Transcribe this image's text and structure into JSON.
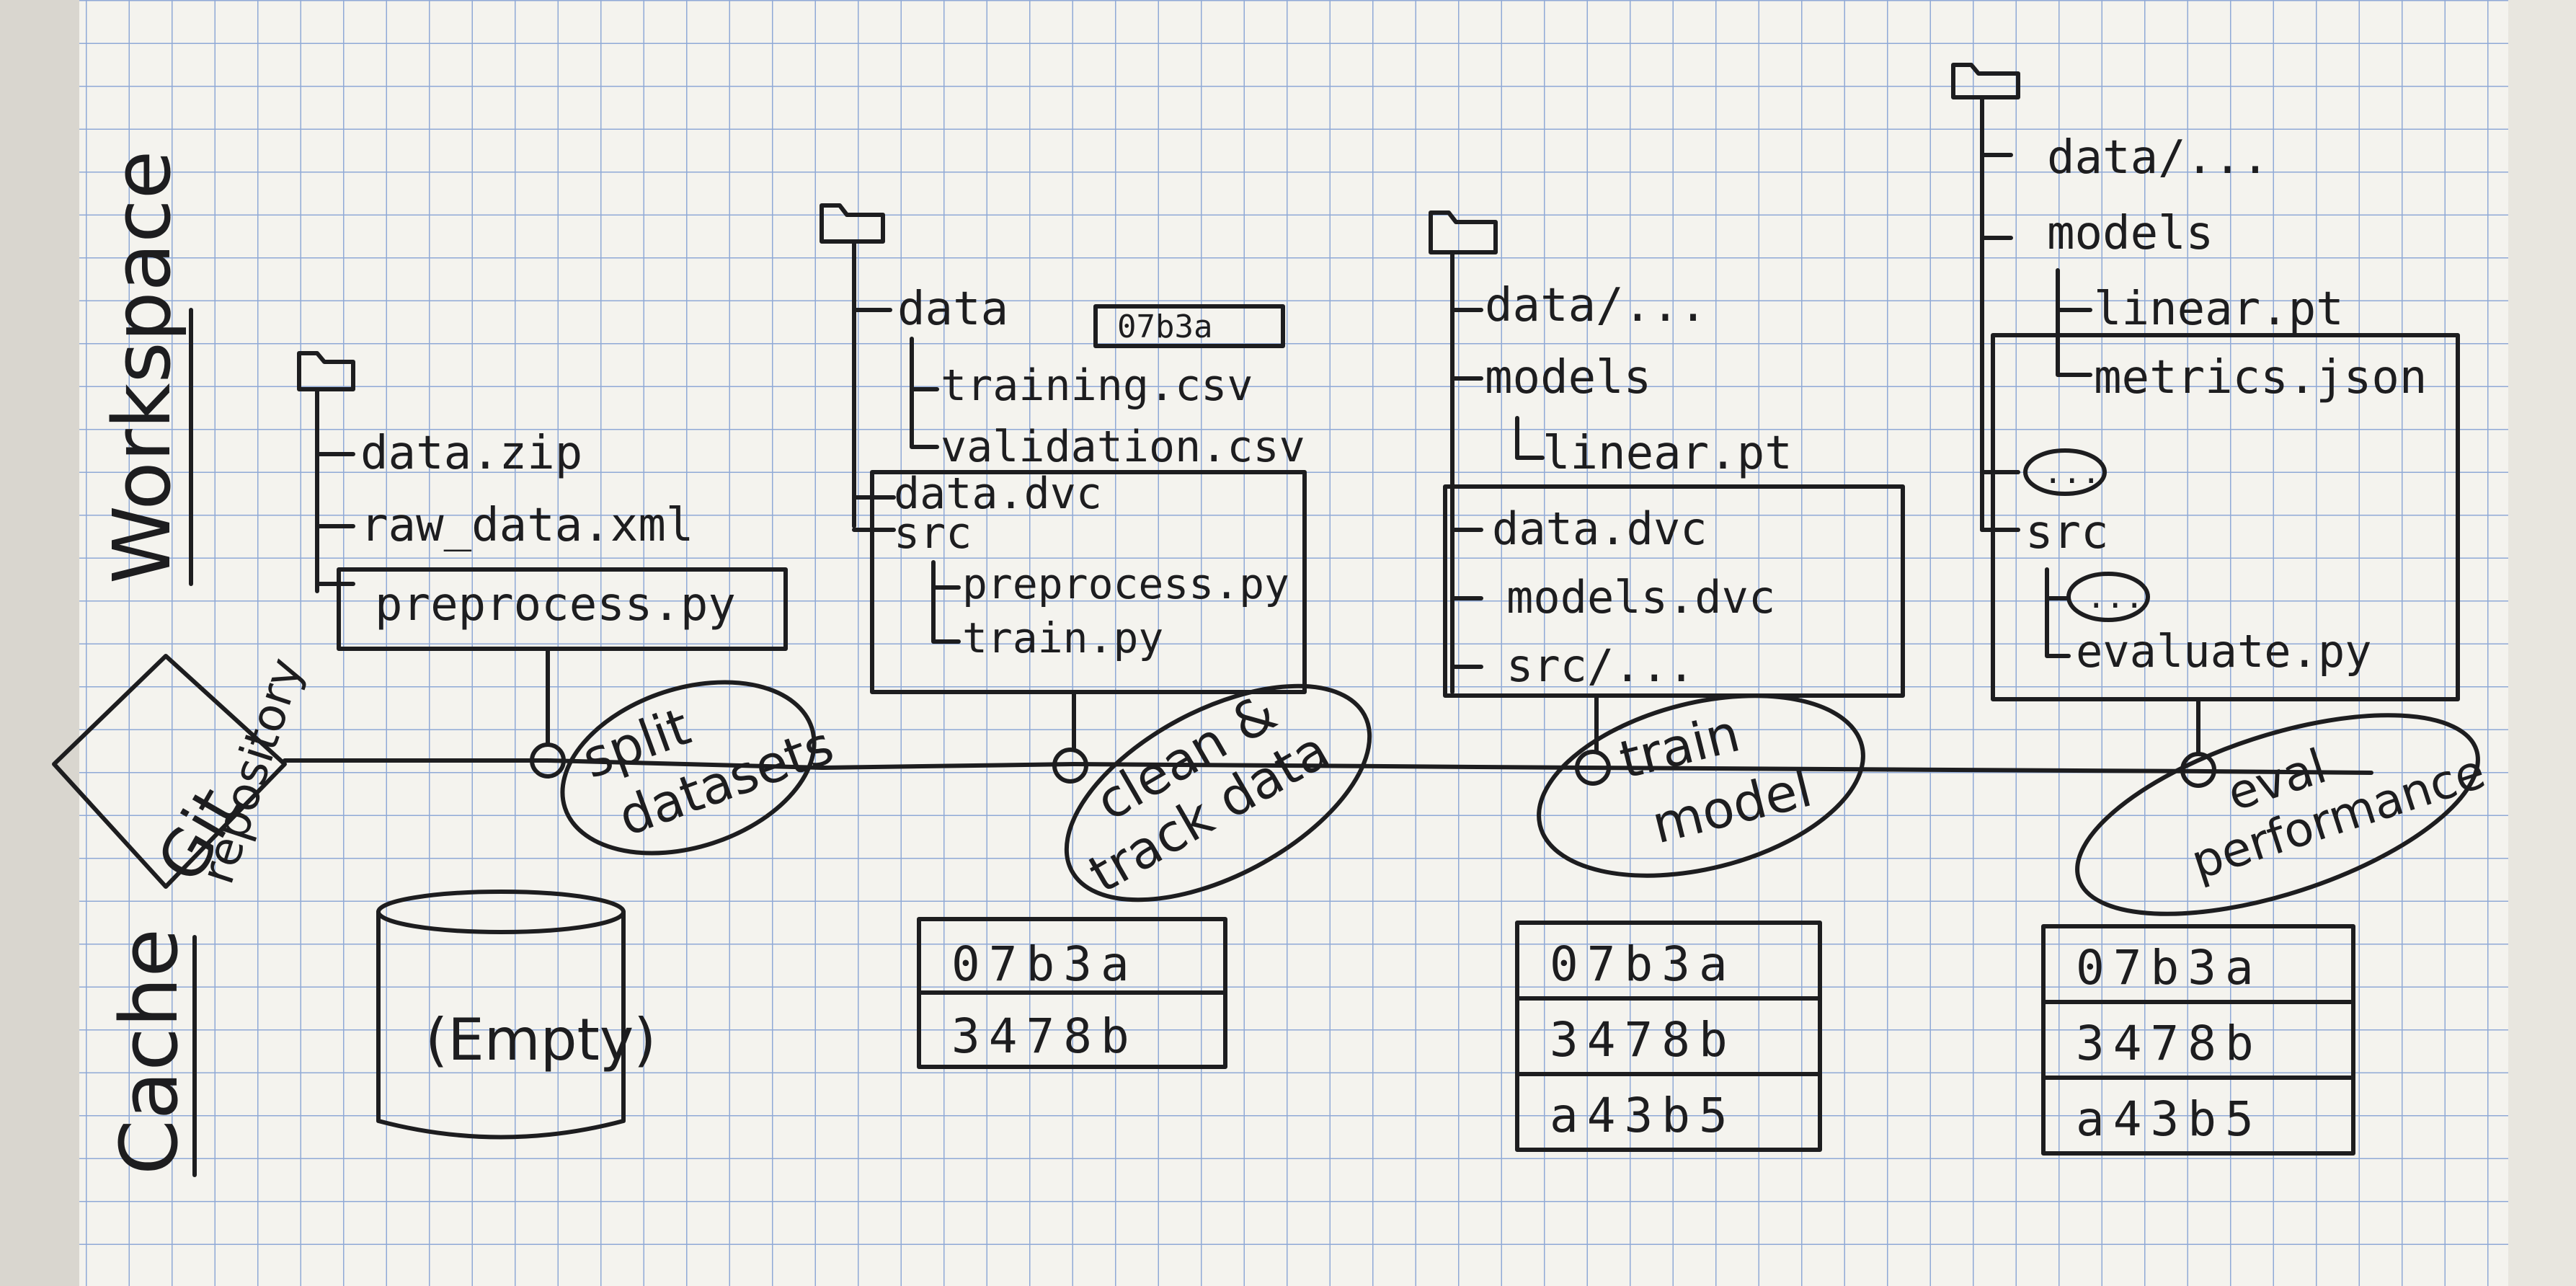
{
  "labels": {
    "workspace": "Workspace",
    "cache": "Cache",
    "git_repository": [
      "Git",
      "repository"
    ]
  },
  "stages": [
    {
      "step": [
        "split",
        "datasets"
      ],
      "tree": [
        "data.zip",
        "raw_data.xml",
        "preprocess.py"
      ],
      "cache": [
        "(Empty)"
      ]
    },
    {
      "step": [
        "clean &",
        "track data"
      ],
      "tree": [
        "data",
        "training.csv",
        "validation.csv",
        "data.dvc",
        "src",
        "preprocess.py",
        "train.py"
      ],
      "hash_tag": "07b3a",
      "cache": [
        "07b3a",
        "3478b"
      ]
    },
    {
      "step": [
        "train",
        "model"
      ],
      "tree": [
        "data/...",
        "models",
        "linear.pt",
        "data.dvc",
        "models.dvc",
        "src/..."
      ],
      "cache": [
        "07b3a",
        "3478b",
        "a43b5"
      ]
    },
    {
      "step": [
        "eval",
        "performance"
      ],
      "tree": [
        "data/...",
        "models",
        "linear.pt",
        "metrics.json",
        "...",
        "src",
        "...",
        "evaluate.py"
      ],
      "cache": [
        "07b3a",
        "3478b",
        "a43b5"
      ]
    }
  ],
  "colors": {
    "paper": "#f4f3ee",
    "grid": "#8fa9d6",
    "ink": "#1d1d1f"
  }
}
